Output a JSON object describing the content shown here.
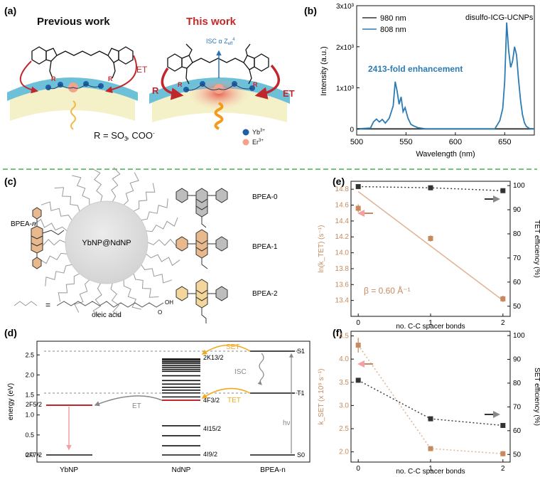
{
  "panel_letters": {
    "a": "(a)",
    "b": "(b)",
    "c": "(c)",
    "d": "(d)",
    "e": "(e)",
    "f": "(f)"
  },
  "panel_a": {
    "previous_title": "Previous work",
    "this_title": "This work",
    "et": "ET",
    "et2": "ET",
    "r": "R",
    "isc_text": "ISC α Z",
    "isc_sub": "eff",
    "isc_sup": "4",
    "r_formula": "R = SO",
    "r_formula_sub": "3",
    "r_formula_mid": ", COO",
    "yb": "Yb",
    "yb_sup": "3+",
    "er": "Er",
    "er_sup": "3+",
    "colors": {
      "red": "#c0272d",
      "blue": "#2e73b8",
      "teal": "#5ab6cf",
      "orange": "#f5a623",
      "title_red": "#c62828"
    }
  },
  "panel_c": {
    "bpea_n": "BPEA-",
    "bpea_n_italic": "n",
    "np_label": "YbNP@NdNP",
    "bpea0": "BPEA-0",
    "bpea1": "BPEA-1",
    "bpea2": "BPEA-2",
    "oleic": "oleic acid",
    "equals": "=",
    "oh": "OH",
    "o": "O",
    "colors": {
      "highlight": "#e9b98e",
      "highlight2": "#f3d69a",
      "sphere": "#dedede"
    }
  },
  "panel_d": {
    "ylabel": "energy (eV)",
    "y_ticks": [
      "0.0",
      "0.5",
      "1.0",
      "1.5",
      "2.0",
      "2.5"
    ],
    "columns": [
      "YbNP",
      "NdNP",
      "BPEA-n"
    ],
    "levels": {
      "f52": "2F5/2",
      "f72": "2F7/2",
      "k132": "2K13/2",
      "f32": "4F3/2",
      "i152": "4I15/2",
      "i92": "4I9/2",
      "s1": "S1",
      "t1": "T1",
      "s0": "S0"
    },
    "processes": {
      "set": "SET",
      "tet": "TET",
      "et": "ET",
      "isc": "ISC",
      "hv": "hν"
    }
  },
  "chart_data": [
    {
      "panel": "b",
      "type": "line",
      "xlabel": "Wavelength (nm)",
      "ylabel": "Intensity (a.u.)",
      "xlim": [
        500,
        680
      ],
      "ylim": [
        -150,
        3000
      ],
      "x_ticks": [
        500,
        550,
        600,
        650
      ],
      "y_ticks": [
        "0",
        "1x10³",
        "2x10³",
        "3x10³"
      ],
      "legend_title": "disulfo-ICG-UCNPs",
      "annotation": "2413-fold enhancement",
      "series": [
        {
          "name": "980 nm",
          "color": "#333333",
          "x": [
            500,
            520,
            540,
            560,
            600,
            640,
            660,
            680
          ],
          "y": [
            0,
            0,
            1,
            0,
            0,
            0,
            1,
            0
          ]
        },
        {
          "name": "808 nm",
          "color": "#2b7bb4",
          "x": [
            500,
            514,
            517,
            520,
            523,
            526,
            529,
            533,
            537,
            539,
            541,
            543,
            545,
            547,
            549,
            552,
            555,
            558,
            562,
            570,
            600,
            640,
            645,
            648,
            650,
            652,
            654,
            656,
            658,
            660,
            662,
            664,
            666,
            668,
            670,
            672,
            675,
            680
          ],
          "y": [
            0,
            20,
            170,
            240,
            170,
            230,
            140,
            260,
            560,
            1150,
            920,
            600,
            780,
            420,
            520,
            260,
            110,
            70,
            30,
            0,
            0,
            0,
            200,
            500,
            1150,
            2590,
            1900,
            1500,
            1650,
            2000,
            1800,
            1200,
            700,
            350,
            150,
            60,
            10,
            0
          ]
        }
      ]
    },
    {
      "panel": "e",
      "type": "scatter",
      "xlabel": "no. C-C spacer bonds",
      "ylabel_left": "ln(k_TET) (s⁻¹)",
      "ylabel_right": "TET efficiency (%)",
      "x_ticks": [
        0,
        1,
        2
      ],
      "xlim": [
        -0.1,
        2.1
      ],
      "ylim_left": [
        13.2,
        14.9
      ],
      "ylim_right": [
        45.8,
        101.8
      ],
      "y_ticks_left": [
        "13.4",
        "13.6",
        "13.8",
        "14.0",
        "14.2",
        "14.4",
        "14.6",
        "14.8"
      ],
      "y_ticks_right": [
        "50",
        "60",
        "70",
        "80",
        "90",
        "100"
      ],
      "annotation": "β = 0.60 Å⁻¹",
      "series": [
        {
          "name": "ln(k_TET)",
          "axis": "left",
          "color": "#c68a5e",
          "x": [
            0,
            1,
            2
          ],
          "y": [
            14.56,
            14.18,
            13.42
          ],
          "err": [
            0.05,
            0.04,
            0.04
          ],
          "fit": [
            14.77,
            13.4
          ]
        },
        {
          "name": "TET efficiency",
          "axis": "right",
          "color": "#333333",
          "x": [
            0,
            1,
            2
          ],
          "y": [
            99.6,
            99.1,
            97.9
          ]
        }
      ]
    },
    {
      "panel": "f",
      "type": "scatter",
      "xlabel": "no. C-C spacer bonds",
      "ylabel_left": "k_SET (x 10⁹ s⁻¹)",
      "ylabel_right": "SET efficiency (%)",
      "x_ticks": [
        0,
        1,
        2
      ],
      "xlim": [
        -0.1,
        2.1
      ],
      "ylim_left": [
        1.78,
        4.6
      ],
      "ylim_right": [
        46.8,
        101.8
      ],
      "y_ticks_left": [
        "2.0",
        "2.5",
        "3.0",
        "3.5",
        "4.0",
        "4.5"
      ],
      "y_ticks_right": [
        "50",
        "60",
        "70",
        "80",
        "90",
        "100"
      ],
      "series": [
        {
          "name": "k_SET",
          "axis": "left",
          "color": "#c68a5e",
          "x": [
            0,
            1,
            2
          ],
          "y": [
            4.3,
            2.07,
            1.96
          ],
          "err": [
            0.16,
            0.05,
            0.06
          ]
        },
        {
          "name": "SET efficiency",
          "axis": "right",
          "color": "#333333",
          "x": [
            0,
            1,
            2
          ],
          "y": [
            81.2,
            65.0,
            62.2
          ]
        }
      ]
    }
  ]
}
